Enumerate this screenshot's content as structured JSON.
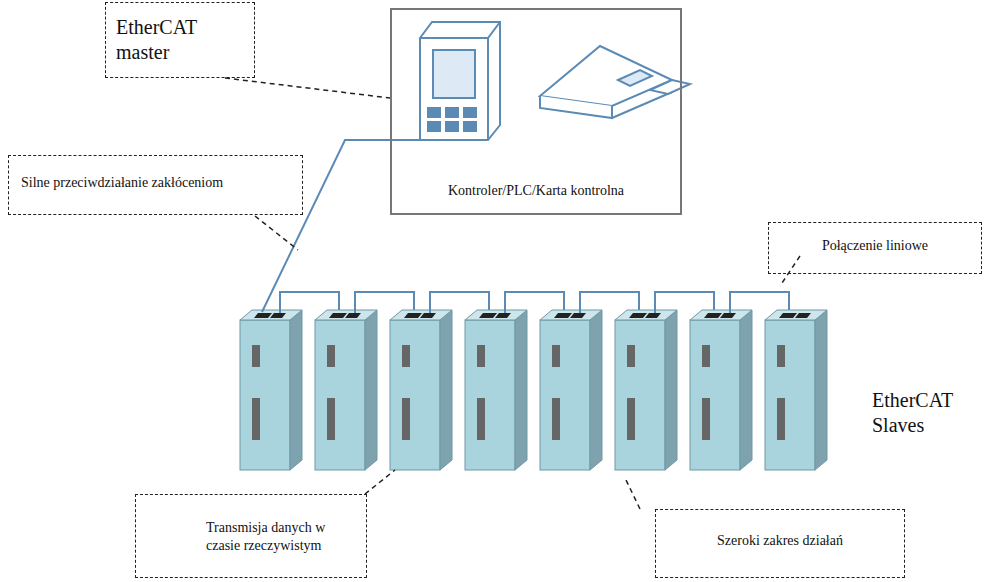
{
  "diagram": {
    "nodes": [
      {
        "text": [
          "EtherCAT master"
        ]
      },
      {
        "text": [
          "Kontroler/PLC/Karta kontrolna"
        ]
      },
      {
        "text": [
          "Silne przeciwdziałanie zakłóceniom"
        ]
      },
      {
        "text": [
          "Połączenie liniowe"
        ]
      },
      {
        "text": [
          "Transmisja danych w czasie rzeczywistym"
        ]
      },
      {
        "text": [
          "Szeroki zakres działań"
        ]
      }
    ],
    "edges": [
      {
        "from": 0,
        "to": 1,
        "arrow": "none"
      }
    ],
    "labels": [
      "EtherCAT Slaves"
    ]
  }
}
